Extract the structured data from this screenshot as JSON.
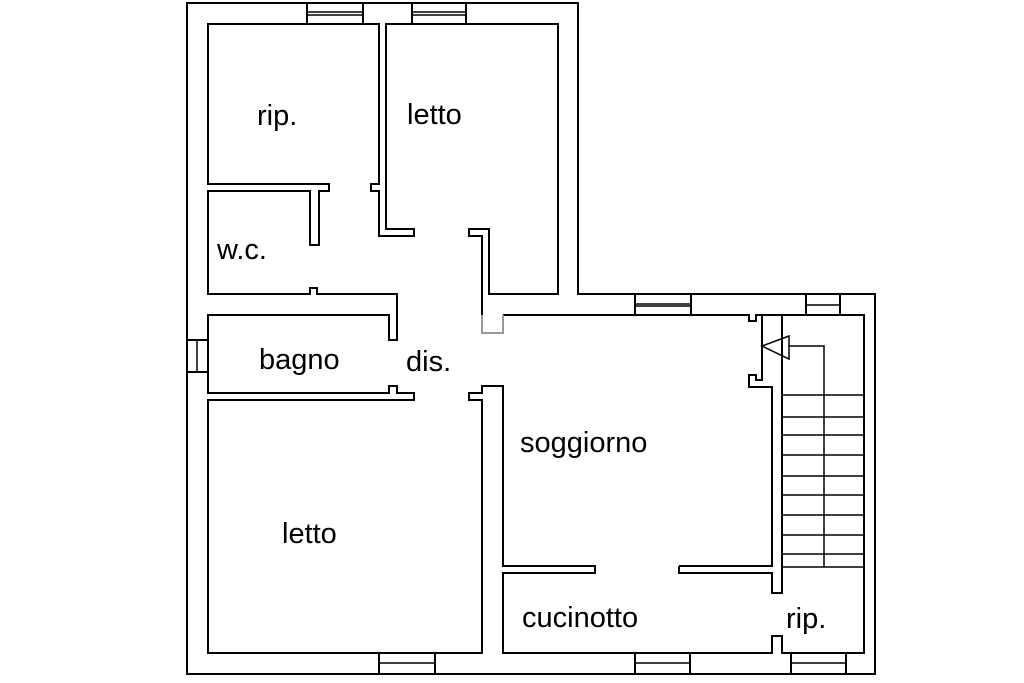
{
  "rooms": {
    "rip_top": "rip.",
    "letto_top": "letto",
    "wc": "w.c.",
    "bagno": "bagno",
    "dis": "dis.",
    "soggiorno": "soggiorno",
    "letto_bottom": "letto",
    "cucinotto": "cucinotto",
    "rip_bottom": "rip."
  },
  "colors": {
    "line": "#000000",
    "background": "#ffffff"
  }
}
